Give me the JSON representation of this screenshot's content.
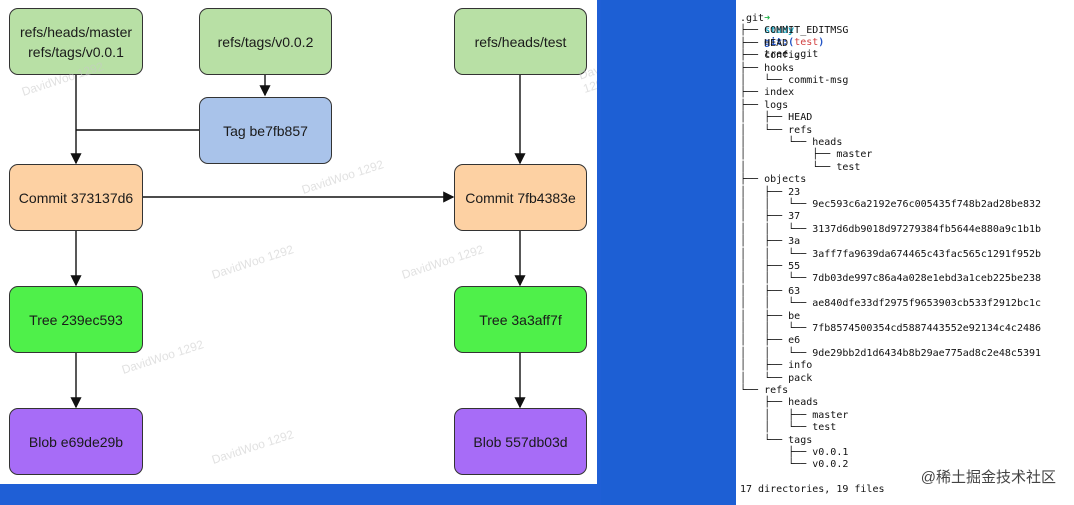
{
  "diagram": {
    "nodes": {
      "refs_master": "refs/heads/master\nrefs/tags/v0.0.1",
      "refs_v002": "refs/tags/v0.0.2",
      "refs_test": "refs/heads/test",
      "tag": "Tag be7fb857",
      "commit_a": "Commit 373137d6",
      "commit_b": "Commit 7fb4383e",
      "tree_a": "Tree 239ec593",
      "tree_b": "Tree 3a3aff7f",
      "blob_a": "Blob e69de29b",
      "blob_b": "Blob 557db03d"
    },
    "watermark": "DavidWoo 1292"
  },
  "terminal": {
    "prompt_arrow": "➜",
    "prompt_dir": "study",
    "prompt_git": "git:(",
    "prompt_branch": "test",
    "prompt_git_close": ")",
    "command": "tree .git",
    "lines": [
      ".git",
      "├── COMMIT_EDITMSG",
      "├── HEAD",
      "├── config",
      "├── hooks",
      "│   └── commit-msg",
      "├── index",
      "├── logs",
      "│   ├── HEAD",
      "│   └── refs",
      "│       └── heads",
      "│           ├── master",
      "│           └── test",
      "├── objects",
      "│   ├── 23",
      "│   │   └── 9ec593c6a2192e76c005435f748b2ad28be832",
      "│   ├── 37",
      "│   │   └── 3137d6db9018d97279384fb5644e880a9c1b1b",
      "│   ├── 3a",
      "│   │   └── 3aff7fa9639da674465c43fac565c1291f952b",
      "│   ├── 55",
      "│   │   └── 7db03de997c86a4a028e1ebd3a1ceb225be238",
      "│   ├── 63",
      "│   │   └── ae840dfe33df2975f9653903cb533f2912bc1c",
      "│   ├── be",
      "│   │   └── 7fb8574500354cd5887443552e92134c4c2486",
      "│   ├── e6",
      "│   │   └── 9de29bb2d1d6434b8b29ae775ad8c2e48c5391",
      "│   ├── info",
      "│   └── pack",
      "└── refs",
      "    ├── heads",
      "    │   ├── master",
      "    │   └── test",
      "    └── tags",
      "        ├── v0.0.1",
      "        └── v0.0.2",
      "",
      "17 directories, 19 files"
    ]
  },
  "site_mark": "@稀土掘金技术社区",
  "colors": {
    "frame": "#1f5fd6",
    "green_light": "#b8e0a5",
    "blue": "#a9c3ea",
    "orange": "#fdd1a3",
    "green": "#4ff04a",
    "purple": "#a76cf7"
  }
}
